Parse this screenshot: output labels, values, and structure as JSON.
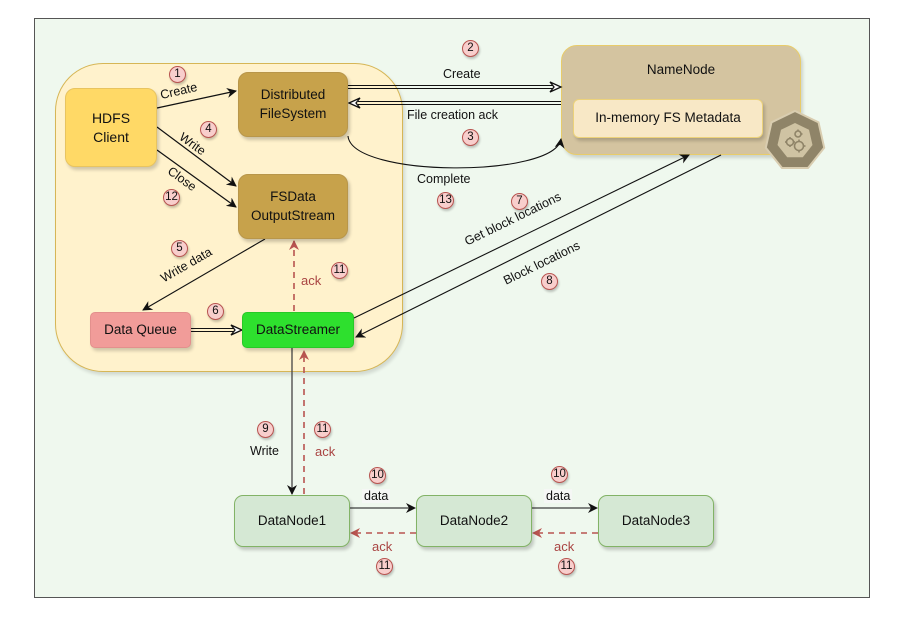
{
  "diagram": {
    "title": "HDFS write data flow",
    "client_group": {
      "hdfs_client": "HDFS\nClient",
      "distributed_filesystem": "Distributed\nFileSystem",
      "fsdata_outputstream": "FSData\nOutputStream",
      "data_queue": "Data Queue",
      "data_streamer": "DataStreamer"
    },
    "namenode": {
      "title": "NameNode",
      "metadata": "In-memory FS Metadata",
      "icon": "gears-octagon-icon"
    },
    "datanodes": [
      "DataNode1",
      "DataNode2",
      "DataNode3"
    ],
    "edges": [
      {
        "step": "1",
        "label": "Create",
        "from": "HDFS Client",
        "to": "DistributedFileSystem"
      },
      {
        "step": "2",
        "label": "Create",
        "from": "DistributedFileSystem",
        "to": "NameNode"
      },
      {
        "step": "3",
        "label": "File creation ack",
        "from": "NameNode",
        "to": "DistributedFileSystem"
      },
      {
        "step": "4",
        "label": "Write",
        "from": "HDFS Client",
        "to": "FSDataOutputStream"
      },
      {
        "step": "5",
        "label": "Write data",
        "from": "FSDataOutputStream",
        "to": "Data Queue"
      },
      {
        "step": "6",
        "label": "",
        "from": "Data Queue",
        "to": "DataStreamer"
      },
      {
        "step": "7",
        "label": "Get block locations",
        "from": "DataStreamer",
        "to": "NameNode"
      },
      {
        "step": "8",
        "label": "Block locations",
        "from": "NameNode",
        "to": "DataStreamer"
      },
      {
        "step": "9",
        "label": "Write",
        "from": "DataStreamer",
        "to": "DataNode1"
      },
      {
        "step": "10",
        "label": "data",
        "from": "DataNode1",
        "to": "DataNode2"
      },
      {
        "step": "10",
        "label": "data",
        "from": "DataNode2",
        "to": "DataNode3"
      },
      {
        "step": "11",
        "label": "ack",
        "from": "DataNode3",
        "to": "DataNode2"
      },
      {
        "step": "11",
        "label": "ack",
        "from": "DataNode2",
        "to": "DataNode1"
      },
      {
        "step": "11",
        "label": "ack",
        "from": "DataNode1",
        "to": "DataStreamer"
      },
      {
        "step": "11",
        "label": "ack",
        "from": "DataStreamer",
        "to": "FSDataOutputStream"
      },
      {
        "step": "12",
        "label": "Close",
        "from": "HDFS Client",
        "to": "FSDataOutputStream"
      },
      {
        "step": "13",
        "label": "Complete",
        "from": "DistributedFileSystem",
        "to": "NameNode"
      }
    ],
    "colors": {
      "background": "#eff8ee",
      "client_container": "#fff2cc",
      "client_box": "#ffd966",
      "gold_box": "#c7a24b",
      "data_queue": "#f19c99",
      "data_streamer": "#2ee02e",
      "datanode": "#d5e8d4",
      "namenode": "#d4c4a0",
      "badge_fill": "#f8cecc",
      "badge_border": "#b85450",
      "ack_arrow": "#b85450"
    }
  }
}
